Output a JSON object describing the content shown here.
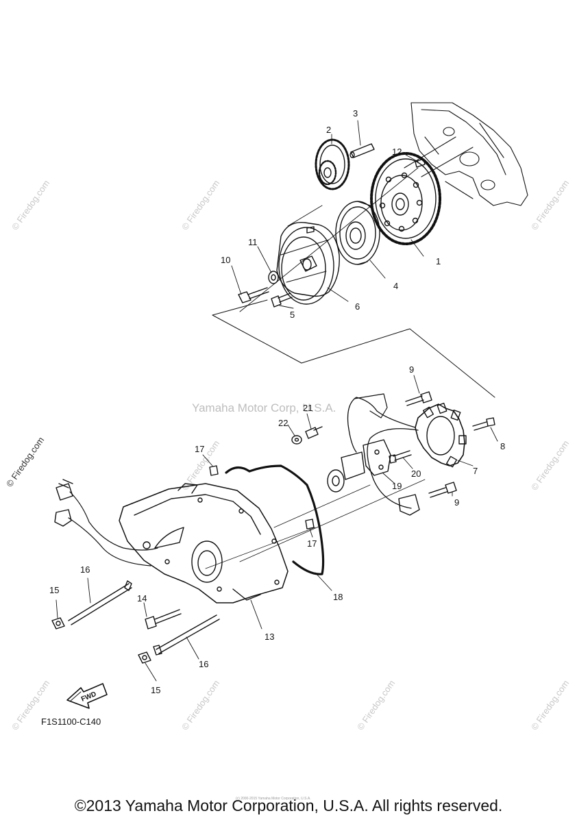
{
  "diagram": {
    "code": "F1S1100-C140",
    "fwd_label": "FWD",
    "callouts": [
      "1",
      "2",
      "3",
      "4",
      "5",
      "6",
      "7",
      "8",
      "9",
      "9",
      "10",
      "11",
      "12",
      "13",
      "14",
      "15",
      "15",
      "16",
      "16",
      "17",
      "17",
      "18",
      "19",
      "20",
      "21",
      "22"
    ]
  },
  "watermarks": {
    "site": "© Firedog.com",
    "center": "Yamaha Motor Corp, U.S.A."
  },
  "footer": {
    "fine_print": "(c) 2000-2015 Yamaha Motor Corporation, U.S.A.",
    "copyright": "©2013 Yamaha Motor Corporation, U.S.A. All rights reserved."
  }
}
